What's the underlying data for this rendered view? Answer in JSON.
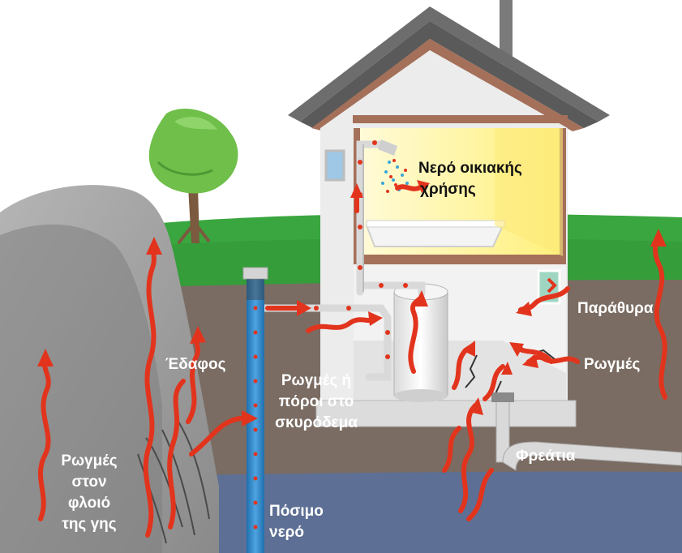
{
  "labels": {
    "household_water": [
      "Νερό οικιακής",
      "χρήσης"
    ],
    "windows": "Παράθυρα",
    "cracks": "Ρωγμές",
    "soil": "Έδαφος",
    "concrete_cracks": [
      "Ρωγμές ή",
      "πόροι στο",
      "σκυρόδεμα"
    ],
    "drains": "Φρεάτια",
    "drinking_water": [
      "Πόσιμο",
      "νερό"
    ],
    "crust_cracks": [
      "Ρωγμές",
      "στον",
      "φλοιό",
      "της γης"
    ]
  },
  "colors": {
    "sky": "#ffffff",
    "grass": "#3aa63f",
    "soil": "#7a6c63",
    "groundwater": "#5d6f94",
    "rock": "#9a9a9a",
    "house_wall": "#ececec",
    "roof": "#6d6d6d",
    "wood_trim": "#a4705a",
    "room_light": "#fff6b0",
    "well_pipe": "#2f86c8",
    "radon_arrow": "#e2341d",
    "radon_dots": "#e2341d"
  },
  "icons": [
    "tree-icon",
    "shower-icon",
    "water-tank-icon",
    "well-pipe-icon",
    "drain-pipe-icon",
    "chimney-icon",
    "radon-arrow-icon"
  ]
}
